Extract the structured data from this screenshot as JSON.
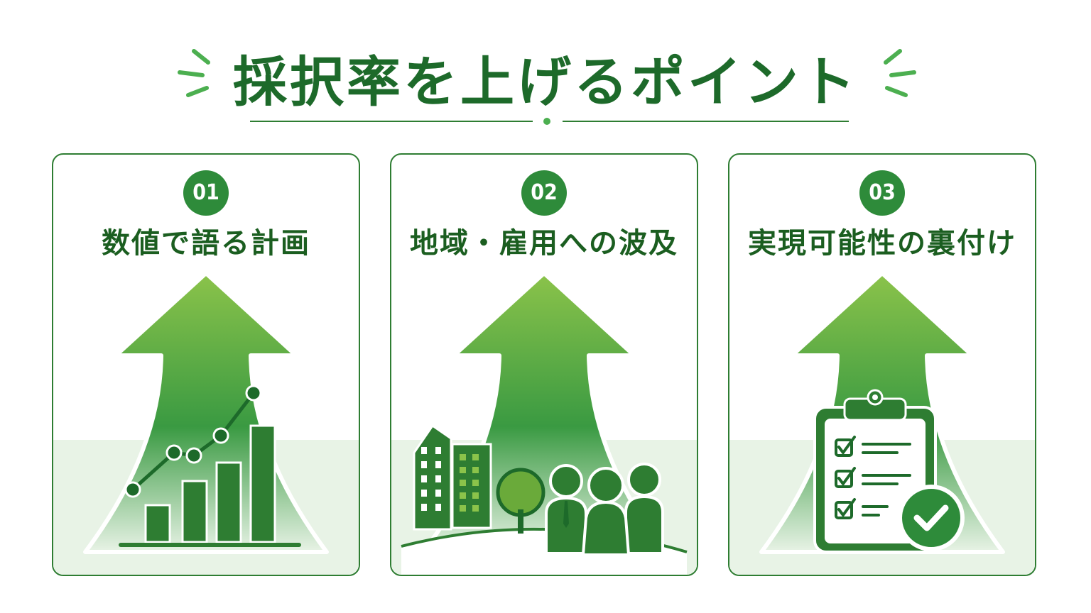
{
  "title": "採択率を上げるポイント",
  "colors": {
    "primary": "#1d6a2a",
    "accent": "#2e8b3a",
    "arrow_light": "#8bc34a",
    "ground": "#e8f3e6"
  },
  "cards": [
    {
      "number": "01",
      "title": "数値で語る計画",
      "icon": "bar-chart-growth-icon"
    },
    {
      "number": "02",
      "title": "地域・雇用への波及",
      "icon": "city-people-icon"
    },
    {
      "number": "03",
      "title": "実現可能性の裏付け",
      "icon": "clipboard-checklist-icon"
    }
  ]
}
